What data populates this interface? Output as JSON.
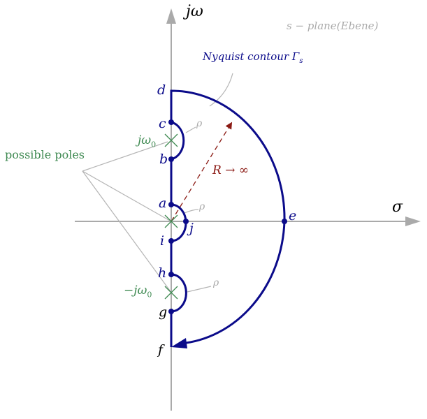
{
  "axes": {
    "y_label": "jω",
    "x_label": "σ"
  },
  "plane_label": "s − plane(Ebene)",
  "contour_label": "Nyquist contour Γ",
  "contour_label_sub": "s",
  "radius_label": "R → ∞",
  "poles_label": "possible  poles",
  "pole_labels": {
    "upper": "jω",
    "upper_sub": "0",
    "lower": "−jω",
    "lower_sub": "0"
  },
  "rho": "ρ",
  "points": {
    "a": "a",
    "b": "b",
    "c": "c",
    "d": "d",
    "e": "e",
    "f": "f",
    "g": "g",
    "h": "h",
    "i": "i",
    "j": "j"
  },
  "colors": {
    "contour": "#0b0b8a",
    "poles": "#3f8a52",
    "radius": "#8b1a14",
    "axis": "#aaaaaa"
  }
}
